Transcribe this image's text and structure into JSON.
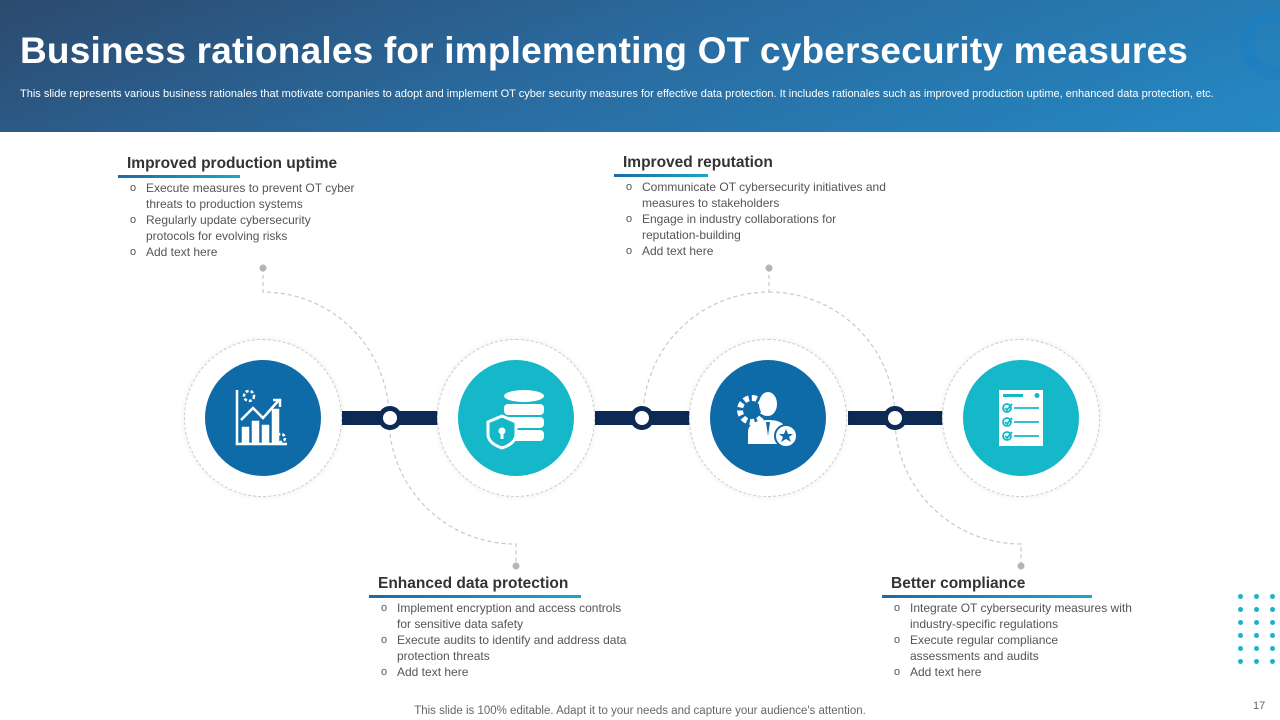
{
  "header": {
    "title": "Business rationales for implementing OT cybersecurity measures",
    "subtitle": "This slide represents various business rationales that motivate companies to adopt and implement OT cyber security measures for effective data protection. It includes rationales such as improved production uptime, enhanced data protection, etc."
  },
  "blocks": [
    {
      "title": "Improved production uptime",
      "items": [
        "Execute measures to prevent  OT cyber threats to production systems",
        "Regularly update cybersecurity protocols for evolving  risks",
        "Add text here"
      ]
    },
    {
      "title": "Improved reputation",
      "items": [
        "Communicate OT cybersecurity initiatives and measures to stakeholders",
        "Engage in industry collaborations for reputation-building",
        "Add text here"
      ]
    },
    {
      "title": "Enhanced data protection",
      "items": [
        "Implement encryption and access controls for sensitive data safety",
        "Execute audits to identify and address data protection threats",
        "Add text here"
      ]
    },
    {
      "title": "Better  compliance",
      "items": [
        "Integrate OT cybersecurity measures with industry-specific regulations",
        "Execute regular  compliance assessments and audits",
        "Add text here"
      ]
    }
  ],
  "icons": [
    "chart-gear-icon",
    "database-shield-icon",
    "user-gear-star-icon",
    "checklist-icon"
  ],
  "colors": {
    "dark_blue": "#0f6aa8",
    "teal": "#14b8c8",
    "navy": "#0d2a55"
  },
  "footer": "This slide is 100% editable. Adapt it to your needs and capture your audience's attention.",
  "page_number": "17"
}
